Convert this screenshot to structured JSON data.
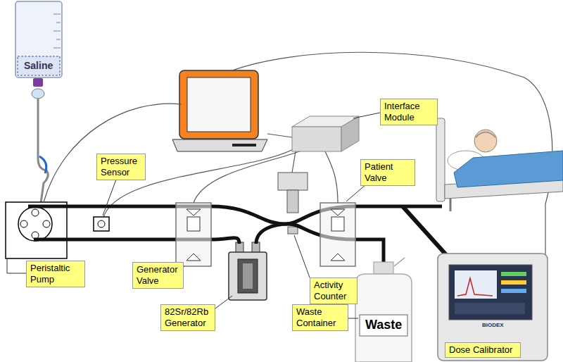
{
  "diagram": {
    "nodes": [
      {
        "text": [
          "Interface Module"
        ]
      },
      {
        "text": [
          "Pressure Sensor"
        ]
      },
      {
        "text": [
          "Patient Valve"
        ]
      },
      {
        "text": [
          "Peristaltic Pump"
        ]
      },
      {
        "text": [
          "Generator Valve"
        ]
      },
      {
        "text": [
          "Activity Counter"
        ]
      },
      {
        "text": [
          "82Sr/82Rb Generator"
        ]
      },
      {
        "text": [
          "Waste Container"
        ]
      },
      {
        "text": [
          "Dose Calibrator"
        ]
      }
    ],
    "labels": [
      "Saline",
      "Waste",
      "BIODEX"
    ]
  }
}
